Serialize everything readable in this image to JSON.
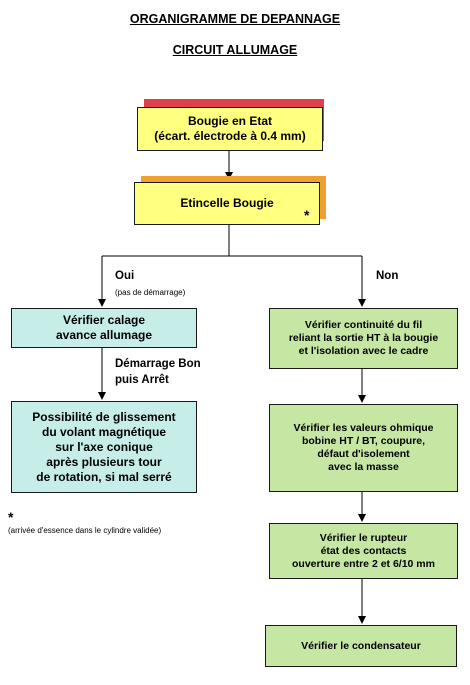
{
  "header": {
    "title": "ORGANIGRAMME DE DEPANNAGE",
    "subtitle": "CIRCUIT ALLUMAGE"
  },
  "nodes": {
    "bougie": "Bougie en Etat\n(écart. électrode à 0.4 mm)",
    "etincelle": "Etincelle Bougie",
    "verifier_calage": "Vérifier calage\navance allumage",
    "glissement": "Possibilité de glissement\ndu volant magnétique\nsur l'axe conique\naprès plusieurs tour\nde rotation, si mal serré",
    "continuite": "Vérifier continuité du fil\nreliant la sortie HT à la bougie\net l'isolation avec le cadre",
    "valeurs_ohmique": "Vérifier les valeurs ohmique\nbobine HT / BT, coupure,\ndéfaut d'isolement\navec la masse",
    "rupteur": "Vérifier le rupteur\nétat des contacts\nouverture entre 2 et 6/10 mm",
    "condensateur": "Vérifier le condensateur"
  },
  "branches": {
    "oui": "Oui",
    "oui_note": "(pas de démarrage)",
    "non": "Non",
    "demarrage": "Démarrage Bon\npuis Arrêt"
  },
  "footnote": {
    "star": "*",
    "text": "(arrivée d'essence dans le cylindre validée)"
  },
  "colors": {
    "yellow": "#ffff80",
    "red_shadow": "#e0404a",
    "orange_shadow": "#f0a030",
    "teal": "#c6ede8",
    "green": "#c6e7a3"
  }
}
